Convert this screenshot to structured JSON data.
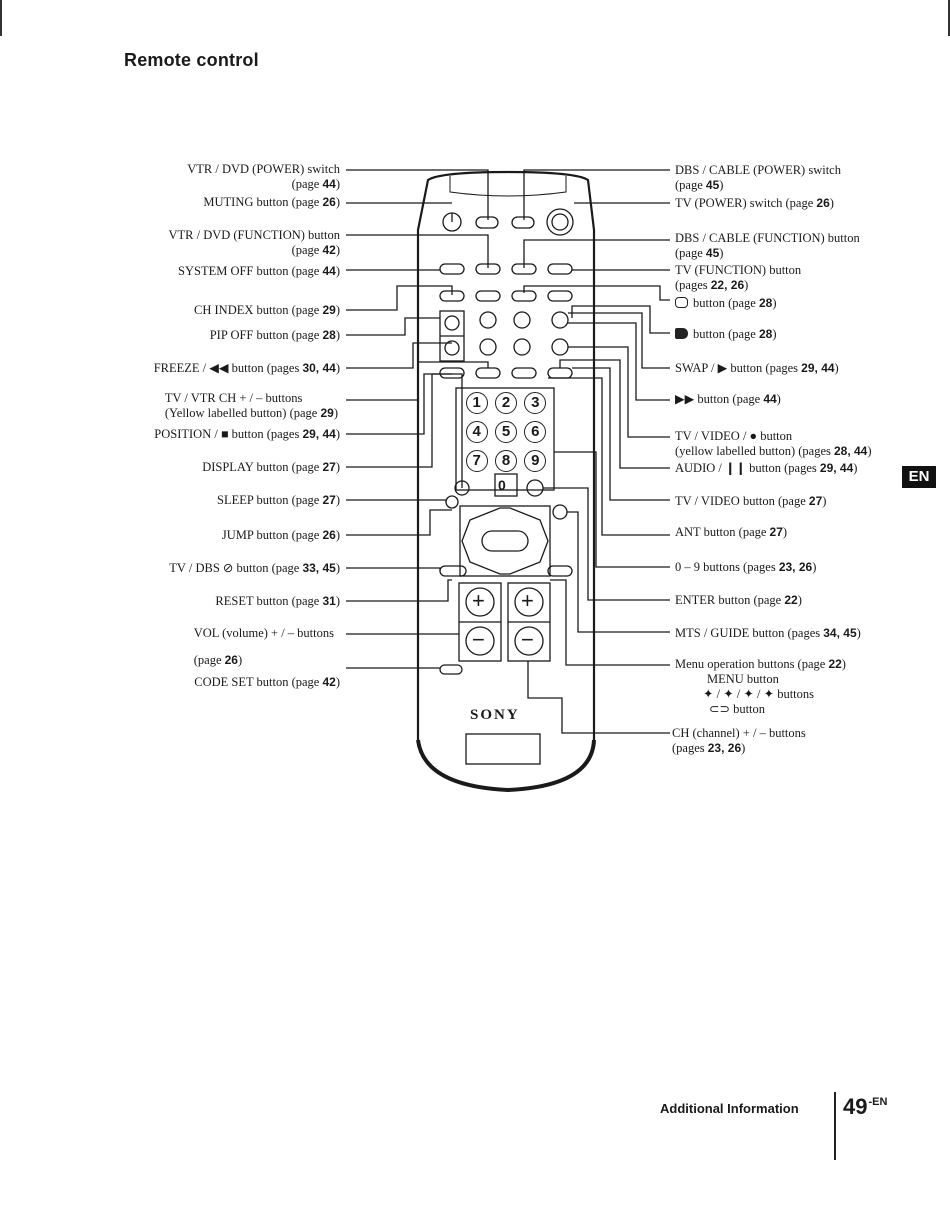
{
  "section_title": "Remote control",
  "side_tab": "EN",
  "footer": {
    "section": "Additional Information",
    "page_number": "49",
    "page_suffix": "-EN"
  },
  "remote": {
    "brand": "SONY",
    "keypad": [
      "1",
      "2",
      "3",
      "4",
      "5",
      "6",
      "7",
      "8",
      "9",
      "0"
    ],
    "vol_plus": "+",
    "vol_minus": "−",
    "ch_plus": "+",
    "ch_minus": "−"
  },
  "left_labels": [
    {
      "text": "VTR / DVD (POWER) switch",
      "sub": "(page ",
      "pages": "44",
      "close": ")"
    },
    {
      "text": "MUTING button (page ",
      "pages": "26",
      "close": ")"
    },
    {
      "text": "VTR / DVD (FUNCTION) button",
      "sub": "(page ",
      "pages": "42",
      "close": ")"
    },
    {
      "text": "SYSTEM OFF button (page ",
      "pages": "44",
      "close": ")"
    },
    {
      "text": "CH INDEX button (page ",
      "pages": "29",
      "close": ")"
    },
    {
      "text": "PIP OFF button (page ",
      "pages": "28",
      "close": ")"
    },
    {
      "text": "FREEZE / ◀◀ button (pages ",
      "pages": "30, 44",
      "close": ")"
    },
    {
      "text": "TV / VTR CH + / – buttons",
      "sub": "(Yellow labelled button) (page ",
      "pages": "29",
      "close": ")"
    },
    {
      "text": "POSITION / ■ button (pages ",
      "pages": "29, 44",
      "close": ")"
    },
    {
      "text": "DISPLAY button (page ",
      "pages": "27",
      "close": ")"
    },
    {
      "text": "SLEEP button (page ",
      "pages": "27",
      "close": ")"
    },
    {
      "text": "JUMP button (page ",
      "pages": "26",
      "close": ")"
    },
    {
      "text": "TV / DBS ⊘ button (page ",
      "pages": "33, 45",
      "close": ")"
    },
    {
      "text": "RESET button (page ",
      "pages": "31",
      "close": ")"
    },
    {
      "text": "VOL (volume) + / – buttons",
      "sub": "(page ",
      "pages": "26",
      "close": ")"
    },
    {
      "text": "CODE SET button (page ",
      "pages": "42",
      "close": ")"
    }
  ],
  "right_labels": [
    {
      "text": "DBS / CABLE (POWER) switch",
      "sub": "(page ",
      "pages": "45",
      "close": ")"
    },
    {
      "text": "TV (POWER) switch (page ",
      "pages": "26",
      "close": ")"
    },
    {
      "text": "DBS / CABLE (FUNCTION) button",
      "sub": "(page ",
      "pages": "45",
      "close": ")"
    },
    {
      "text": "TV (FUNCTION) button",
      "sub": "(pages ",
      "pages": "22, 26",
      "close": ")"
    },
    {
      "text": "button (page ",
      "pages": "28",
      "close": ")",
      "icon": "pip-icon"
    },
    {
      "text": "button (page ",
      "pages": "28",
      "close": ")",
      "icon": "pip-swap-icon"
    },
    {
      "text": "SWAP / ▶ button (pages ",
      "pages": "29, 44",
      "close": ")"
    },
    {
      "text": "▶▶ button (page ",
      "pages": "44",
      "close": ")"
    },
    {
      "text": "TV / VIDEO / ● button",
      "sub": "(yellow labelled button) (pages ",
      "pages": "28, 44",
      "close": ")"
    },
    {
      "text": "AUDIO / ❙❙ button (pages ",
      "pages": "29, 44",
      "close": ")"
    },
    {
      "text": "TV / VIDEO button (page ",
      "pages": "27",
      "close": ")"
    },
    {
      "text": "ANT button (page ",
      "pages": "27",
      "close": ")"
    },
    {
      "text": "0 – 9 buttons (pages ",
      "pages": "23, 26",
      "close": ")"
    },
    {
      "text": "ENTER button  (page ",
      "pages": "22",
      "close": ")"
    },
    {
      "text": "MTS / GUIDE button (pages ",
      "pages": "34, 45",
      "close": ")"
    },
    {
      "text": "Menu operation buttons (page ",
      "pages": "22",
      "close": ")",
      "extra": [
        "MENU button",
        "✦ / ✦ / ✦ / ✦ buttons",
        "⊂⊃ button"
      ]
    },
    {
      "text": "CH (channel) + / – buttons",
      "sub": "(pages ",
      "pages": "23, 26",
      "close": ")"
    }
  ]
}
